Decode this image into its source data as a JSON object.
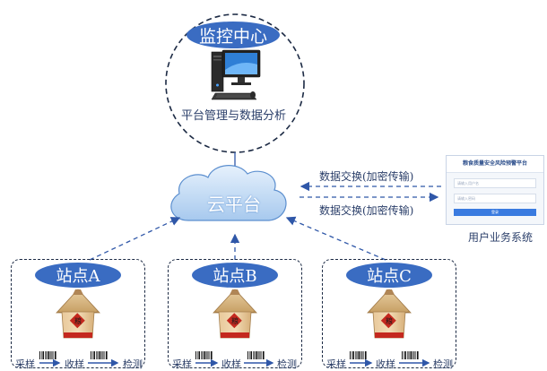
{
  "monitor_center": {
    "title": "监控中心",
    "subtitle": "平台管理与数据分析",
    "icon": "desktop-computer-icon"
  },
  "cloud": {
    "label": "云平台",
    "icon": "cloud-icon"
  },
  "exchange_labels": [
    "数据交换(加密传输)",
    "数据交换(加密传输)"
  ],
  "user_system": {
    "caption": "用户业务系统",
    "portal_title": "粮食质量安全风险预警平台",
    "field_user": "请输入用户名",
    "field_pass": "请输入密码",
    "login_label": "登录"
  },
  "stations": [
    {
      "name": "站点A",
      "icon": "granary-icon"
    },
    {
      "name": "站点B",
      "icon": "granary-icon"
    },
    {
      "name": "站点C",
      "icon": "granary-icon"
    }
  ],
  "flow": {
    "step1": "采样",
    "step2": "收样",
    "step3": "检测",
    "barcode_icon": "barcode-icon"
  },
  "colors": {
    "pill": "#3a6cc2",
    "dashed_line": "#1c2a44",
    "arrow": "#2f57a8",
    "cloud_fill": "#b9d6f4",
    "granary_body": "#c4281e",
    "roof": "#d9b787"
  }
}
